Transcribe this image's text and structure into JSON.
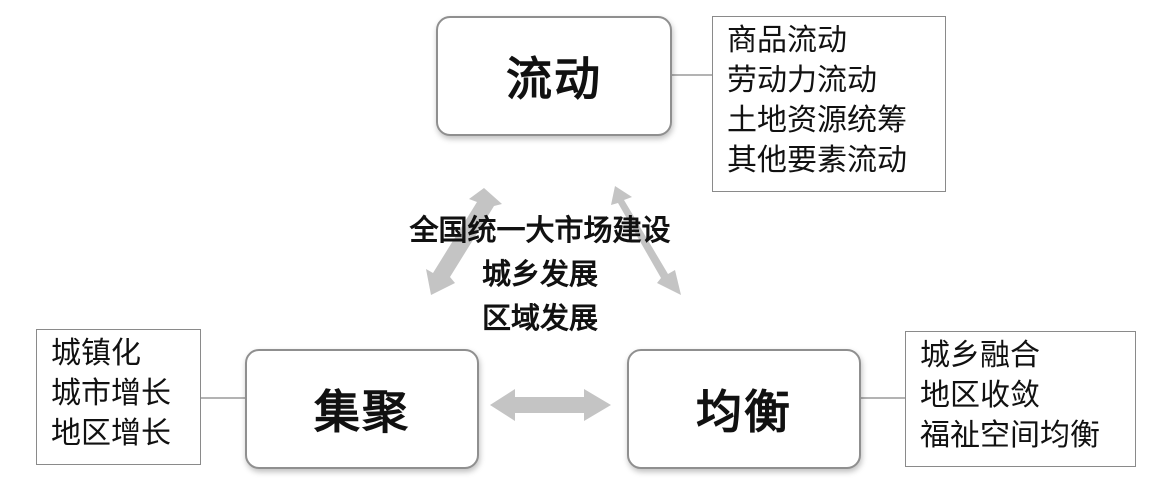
{
  "nodes": {
    "top": "流动",
    "left": "集聚",
    "right": "均衡"
  },
  "notes": {
    "top": [
      "商品流动",
      "劳动力流动",
      "土地资源统筹",
      "其他要素流动"
    ],
    "left": [
      "城镇化",
      "城市增长",
      "地区增长"
    ],
    "right": [
      "城乡融合",
      "地区收敛",
      "福祉空间均衡"
    ]
  },
  "center": [
    "全国统一大市场建设",
    "城乡发展",
    "区域发展"
  ],
  "colors": {
    "arrow": "#c4c4c4",
    "border": "#8f8f8f",
    "connector": "#9a9a9a"
  }
}
